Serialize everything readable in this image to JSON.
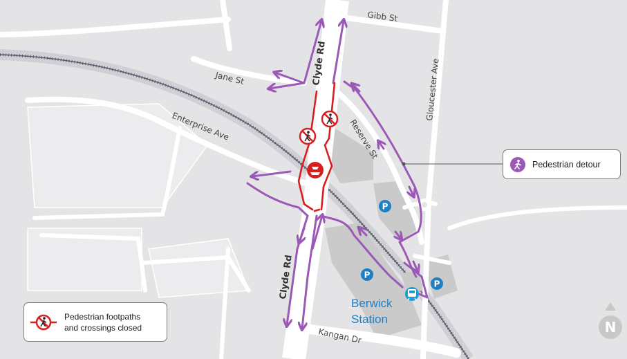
{
  "roads": {
    "gibb_st": "Gibb St",
    "jane_st": "Jane St",
    "clyde_rd_north": "Clyde Rd",
    "clyde_rd_south": "Clyde Rd",
    "enterprise_ave": "Enterprise Ave",
    "reserve_st": "Reserve St",
    "gloucester_ave": "Gloucester Ave",
    "kangan_dr": "Kangan Dr"
  },
  "station": {
    "line1": "Berwick",
    "line2": "Station"
  },
  "parking": {
    "label": "P",
    "count": 3
  },
  "legend": {
    "closed_text": "Pedestrian footpaths\nand crossings closed",
    "detour_text": "Pedestrian detour"
  },
  "north_arrow": {
    "label": "N"
  },
  "colors": {
    "background": "#e4e4e6",
    "road": "#ffffff",
    "rail_corridor": "#cfcfd6",
    "rail_track": "#5a5a66",
    "building": "#cacaca",
    "detour": "#9b59b6",
    "closure": "#d61f1f",
    "parking": "#1f7fc4",
    "station": "#1f9bd6"
  },
  "icons": {
    "closure": "pedestrian-prohibited-icon",
    "roadworks": "roadworks-icon",
    "detour": "pedestrian-walking-icon",
    "parking": "parking-icon",
    "station": "train-station-icon",
    "north": "north-arrow-icon"
  }
}
